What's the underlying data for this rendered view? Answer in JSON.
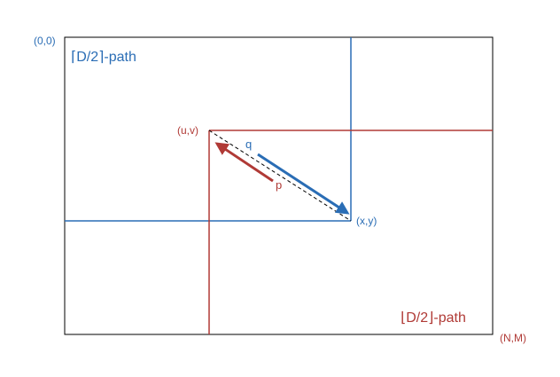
{
  "colors": {
    "blue": "#2a6db5",
    "red": "#b03a36",
    "black": "#000000"
  },
  "labels": {
    "origin": "(0,0)",
    "corner": "(N,M)",
    "ceil_path": "⌈D/2⌉-path",
    "floor_path": "⌊D/2⌋-path",
    "uv": "(u,v)",
    "xy": "(x,y)",
    "q": "q",
    "p": "p"
  }
}
